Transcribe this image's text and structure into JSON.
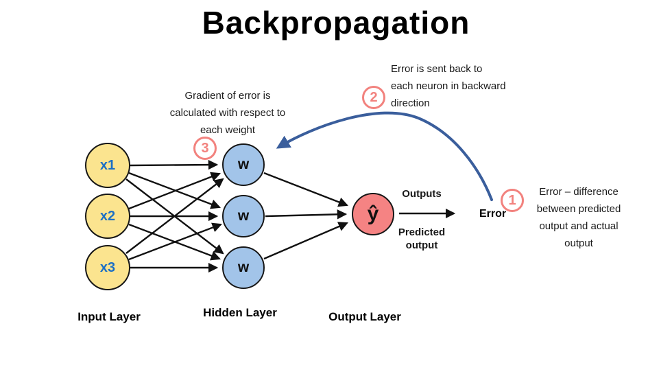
{
  "title": "Backpropagation",
  "colors": {
    "input_node_fill": "#FBE48F",
    "hidden_node_fill": "#A2C4E9",
    "output_node_fill": "#F58383",
    "input_label_text": "#1B6FC5",
    "step_badge": "#F2827E",
    "backward_arrow": "#3A5E9C",
    "edge": "#111111"
  },
  "network": {
    "input_nodes": [
      {
        "label": "x1"
      },
      {
        "label": "x2"
      },
      {
        "label": "x3"
      }
    ],
    "hidden_nodes": [
      {
        "label": "w"
      },
      {
        "label": "w"
      },
      {
        "label": "w"
      }
    ],
    "output_node": {
      "label": "ŷ"
    },
    "layer_labels": {
      "input": "Input Layer",
      "hidden": "Hidden Layer",
      "output": "Output Layer"
    }
  },
  "labels": {
    "outputs": "Outputs",
    "predicted_output": "Predicted\noutput",
    "error": "Error"
  },
  "steps": {
    "step1": {
      "number": "1",
      "text": "Error – difference\nbetween predicted\noutput and actual\noutput"
    },
    "step2": {
      "number": "2",
      "text": "Error is sent back to\neach neuron in backward\ndirection"
    },
    "step3": {
      "number": "3",
      "text": "Gradient of error is\ncalculated with respect to\neach weight"
    }
  }
}
